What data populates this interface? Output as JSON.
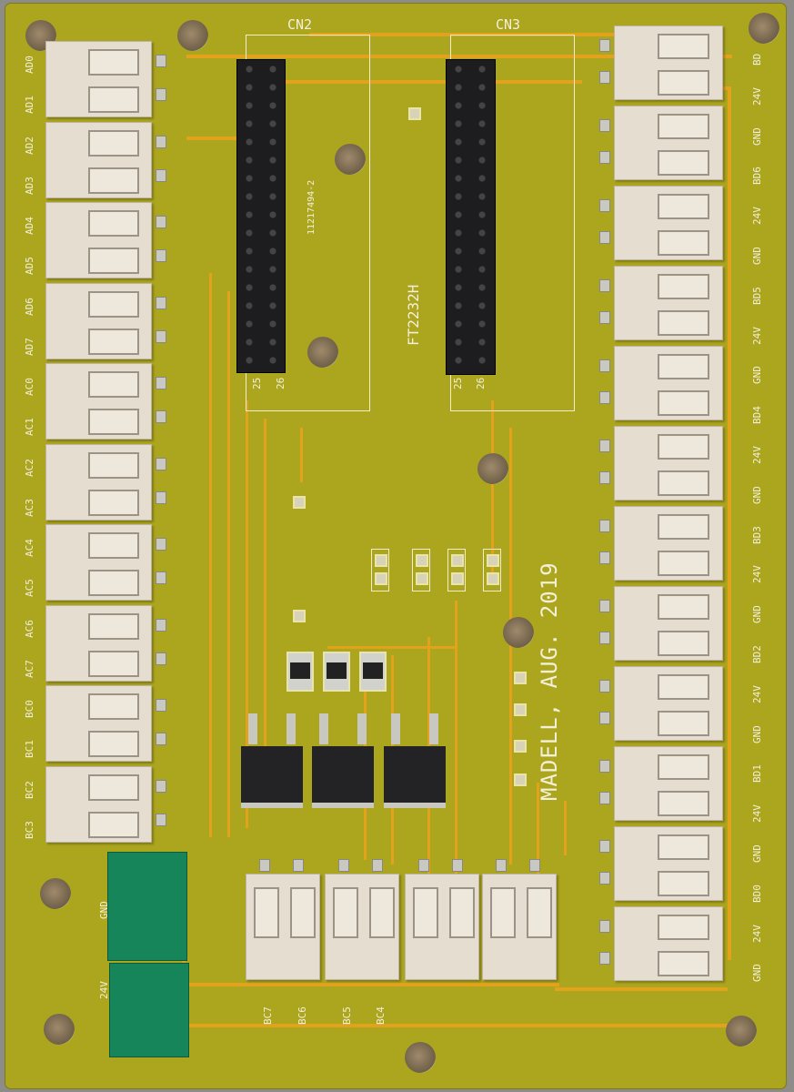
{
  "board": {
    "colors": {
      "pcb": "#aca51e",
      "trace": "#e3a21c",
      "silkscreen": "#f3efd8",
      "terminal": "#17855a"
    },
    "connector_labels": {
      "cn2": "CN2",
      "cn3": "CN3"
    },
    "pin_labels": {
      "cn2_left": "25",
      "cn2_right": "26",
      "cn3_left": "25",
      "cn3_right": "26"
    },
    "part_number": "11217494-2",
    "module_label": "FT2232H",
    "author_label": "MADELL, AUG. 2019",
    "left_labels": [
      [
        "AD0",
        "AD1"
      ],
      [
        "AD2",
        "AD3"
      ],
      [
        "AD4",
        "AD5"
      ],
      [
        "AD6",
        "AD7"
      ],
      [
        "AC0",
        "AC1"
      ],
      [
        "AC2",
        "AC3"
      ],
      [
        "AC4",
        "AC5"
      ],
      [
        "AC6",
        "AC7"
      ],
      [
        "BC0",
        "BC1"
      ],
      [
        "BC2",
        "BC3"
      ]
    ],
    "right_labels": [
      "BD",
      "24V",
      "GND",
      "BD6",
      "24V",
      "GND",
      "BD5",
      "24V",
      "GND",
      "BD4",
      "24V",
      "GND",
      "BD3",
      "24V",
      "GND",
      "BD2",
      "24V",
      "GND",
      "BD1",
      "24V",
      "GND",
      "BD0",
      "24V",
      "GND"
    ],
    "bottom_labels": [
      "BC7",
      "BC6",
      "BC5",
      "BC4"
    ],
    "terminal_labels": [
      "GND",
      "24V"
    ]
  }
}
